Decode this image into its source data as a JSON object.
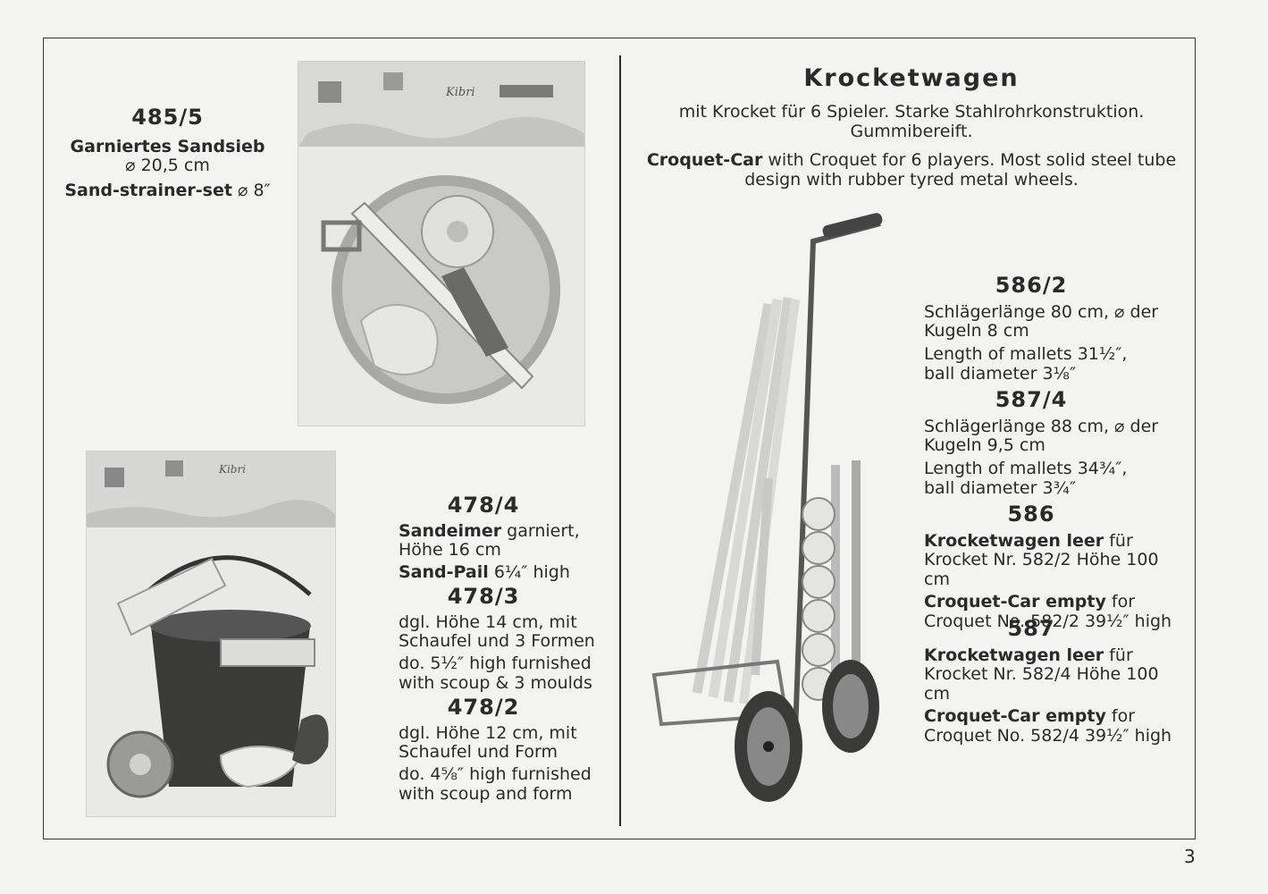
{
  "left": {
    "item_485_5": {
      "number": "485/5",
      "name_de": "Garniertes Sandsieb",
      "size_de": "⌀ 20,5 cm",
      "name_en": "Sand-strainer-set",
      "size_en": "⌀ 8″"
    },
    "item_478_4": {
      "number": "478/4",
      "name_de_bold": "Sandeimer",
      "name_de_rest": " garniert,",
      "height_de": "Höhe 16 cm",
      "name_en_bold": "Sand-Pail",
      "size_en": " 6¼″ high"
    },
    "item_478_3": {
      "number": "478/3",
      "line1": "dgl. Höhe 14 cm, mit",
      "line2": "Schaufel und 3 Formen",
      "line3": "do. 5½″ high furnished",
      "line4": "with scoup & 3 moulds"
    },
    "item_478_2": {
      "number": "478/2",
      "line1": "dgl. Höhe 12 cm, mit",
      "line2": "Schaufel und Form",
      "line3": "do. 4⅝″ high furnished",
      "line4": "with scoup and form"
    },
    "photo_logo": "Kibri"
  },
  "right": {
    "title": "Krocketwagen",
    "desc_de_1": "mit Krocket für 6 Spieler. Starke Stahlrohrkonstruktion.",
    "desc_de_2": "Gummibereift.",
    "desc_en_bold": "Croquet-Car",
    "desc_en_1": " with Croquet for 6 players. Most solid steel tube",
    "desc_en_2": "design with rubber tyred metal wheels.",
    "item_586_2": {
      "number": "586/2",
      "line1": "Schlägerlänge 80 cm, ⌀ der",
      "line2": "Kugeln 8 cm",
      "line3": "Length of mallets 31½″,",
      "line4": "ball diameter 3⅛″"
    },
    "item_587_4": {
      "number": "587/4",
      "line1": "Schlägerlänge 88 cm, ⌀ der",
      "line2": "Kugeln 9,5 cm",
      "line3": "Length of mallets 34¾″,",
      "line4": "ball diameter 3¾″"
    },
    "item_586": {
      "number": "586",
      "line1_bold": "Krocketwagen leer",
      "line1_rest": " für",
      "line2": "Krocket Nr. 582/2 Höhe 100 cm",
      "line3_bold": "Croquet-Car empty",
      "line3_rest": " for",
      "line4": "Croquet No. 582/2 39½″ high"
    },
    "item_587": {
      "number": "587",
      "line1_bold": "Krocketwagen leer",
      "line1_rest": " für",
      "line2": "Krocket Nr. 582/4 Höhe 100 cm",
      "line3_bold": "Croquet-Car empty",
      "line3_rest": " for",
      "line4": "Croquet No. 582/4 39½″ high"
    }
  },
  "page_number": "3"
}
